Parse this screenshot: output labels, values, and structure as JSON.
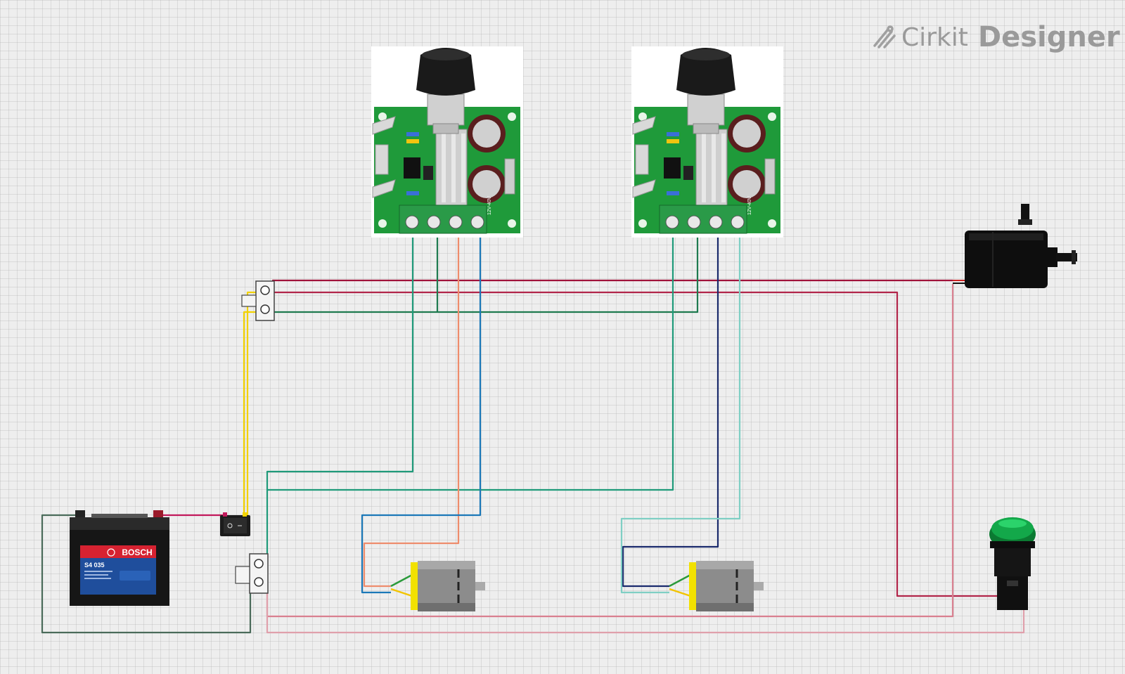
{
  "logo": {
    "brand": "Cirkit",
    "product": "Designer"
  },
  "battery": {
    "brand": "BOSCH",
    "model": "S4 035"
  },
  "components": [
    {
      "id": "pwm-controller-1",
      "icon": "pwm-motor-speed-controller-icon",
      "board_text": "12V-40V"
    },
    {
      "id": "pwm-controller-2",
      "icon": "pwm-motor-speed-controller-icon",
      "board_text": "12V-40V"
    },
    {
      "id": "battery",
      "icon": "car-battery-icon"
    },
    {
      "id": "rocker-switch",
      "icon": "rocker-switch-icon"
    },
    {
      "id": "terminal-block-top",
      "icon": "terminal-block-icon"
    },
    {
      "id": "terminal-block-bottom",
      "icon": "terminal-block-icon"
    },
    {
      "id": "dc-motor-1",
      "icon": "dc-motor-icon"
    },
    {
      "id": "dc-motor-2",
      "icon": "dc-motor-icon"
    },
    {
      "id": "water-pump",
      "icon": "water-pump-icon"
    },
    {
      "id": "indicator-lamp",
      "icon": "green-indicator-lamp-icon"
    }
  ],
  "wire_colors": {
    "red": "#a0123a",
    "green": "#1e7a4f",
    "teal": "#1f9a7a",
    "orange": "#ee8c6c",
    "blue": "#1b78b8",
    "navy": "#1a2a6c",
    "light_teal": "#7fcfc4",
    "yellow": "#f2d200",
    "pink": "#d98090",
    "magenta": "#c2185b",
    "gray_green": "#4a6b5a"
  }
}
